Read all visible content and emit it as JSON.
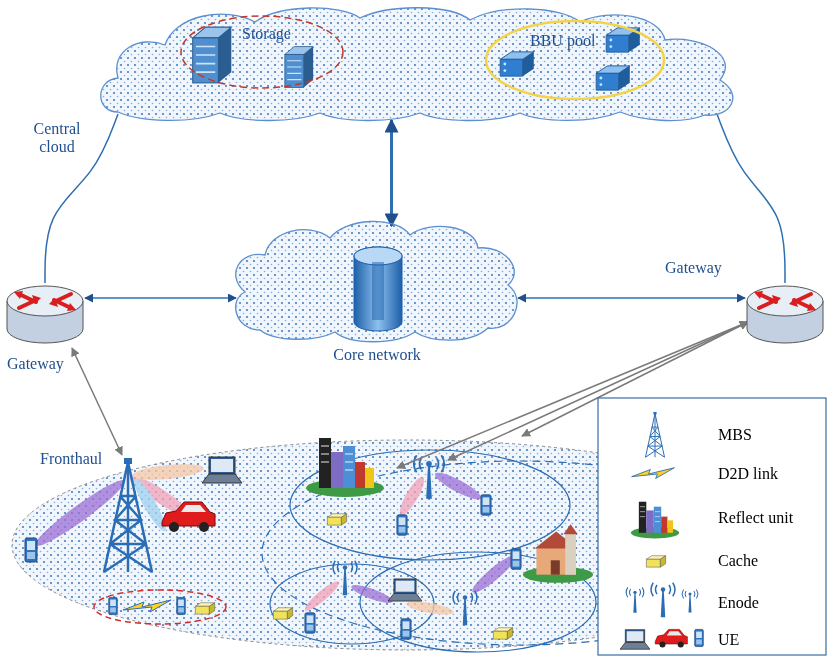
{
  "diagram": {
    "nodes": [
      {
        "text": [
          "Central cloud"
        ]
      },
      {
        "text": [
          "Storage"
        ],
        "in": 0
      },
      {
        "text": [
          "BBU pool"
        ],
        "in": 0
      },
      {
        "text": [
          "Gateway"
        ]
      },
      {
        "text": [
          "Core network"
        ]
      },
      {
        "text": [
          "Gateway"
        ]
      }
    ],
    "edges": [
      {
        "from": 0,
        "to": 3,
        "arrow": "none"
      },
      {
        "from": 0,
        "to": 4,
        "arrow": "both"
      },
      {
        "from": 0,
        "to": 5,
        "arrow": "none"
      },
      {
        "from": 3,
        "to": 4,
        "arrow": "both"
      },
      {
        "from": 5,
        "to": 4,
        "arrow": "both"
      }
    ],
    "labels": [
      "Fronthaul"
    ],
    "legend": [
      {
        "text": "MBS"
      },
      {
        "text": "D2D link"
      },
      {
        "text": "Reflect unit"
      },
      {
        "text": "Cache"
      },
      {
        "text": "Enode"
      },
      {
        "text": "UE"
      }
    ]
  }
}
